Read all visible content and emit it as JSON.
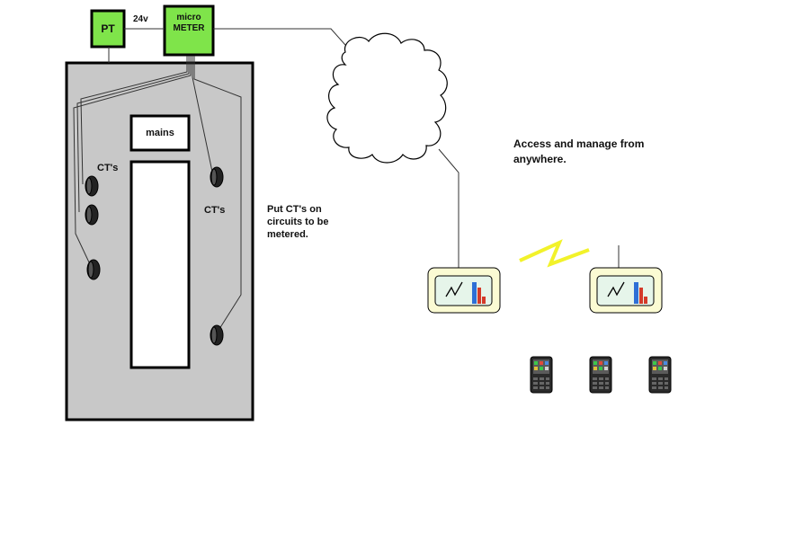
{
  "labels": {
    "pt": "PT",
    "voltage": "24v",
    "meter_line1": "micro",
    "meter_line2": "METER",
    "mains": "mains",
    "cts_left": "CT's",
    "cts_right": "CT's",
    "put_cts": "Put CT's on circuits to be metered.",
    "access": "Access and manage from anywhere."
  },
  "colors": {
    "device_green": "#7fe44a",
    "panel_gray": "#c8c8c8",
    "monitor_fill": "#fbfbd3",
    "monitor_screen": "#e6f5ea",
    "wireless_yellow": "#f2f22a",
    "chart_blue": "#2e6fd6",
    "chart_red": "#d43a2a"
  },
  "icons": {
    "cloud": "cloud-icon",
    "wireless": "wireless-link-icon",
    "monitor": "monitor-icon",
    "phone": "phone-icon",
    "ct_sensor": "ct-sensor-icon"
  }
}
